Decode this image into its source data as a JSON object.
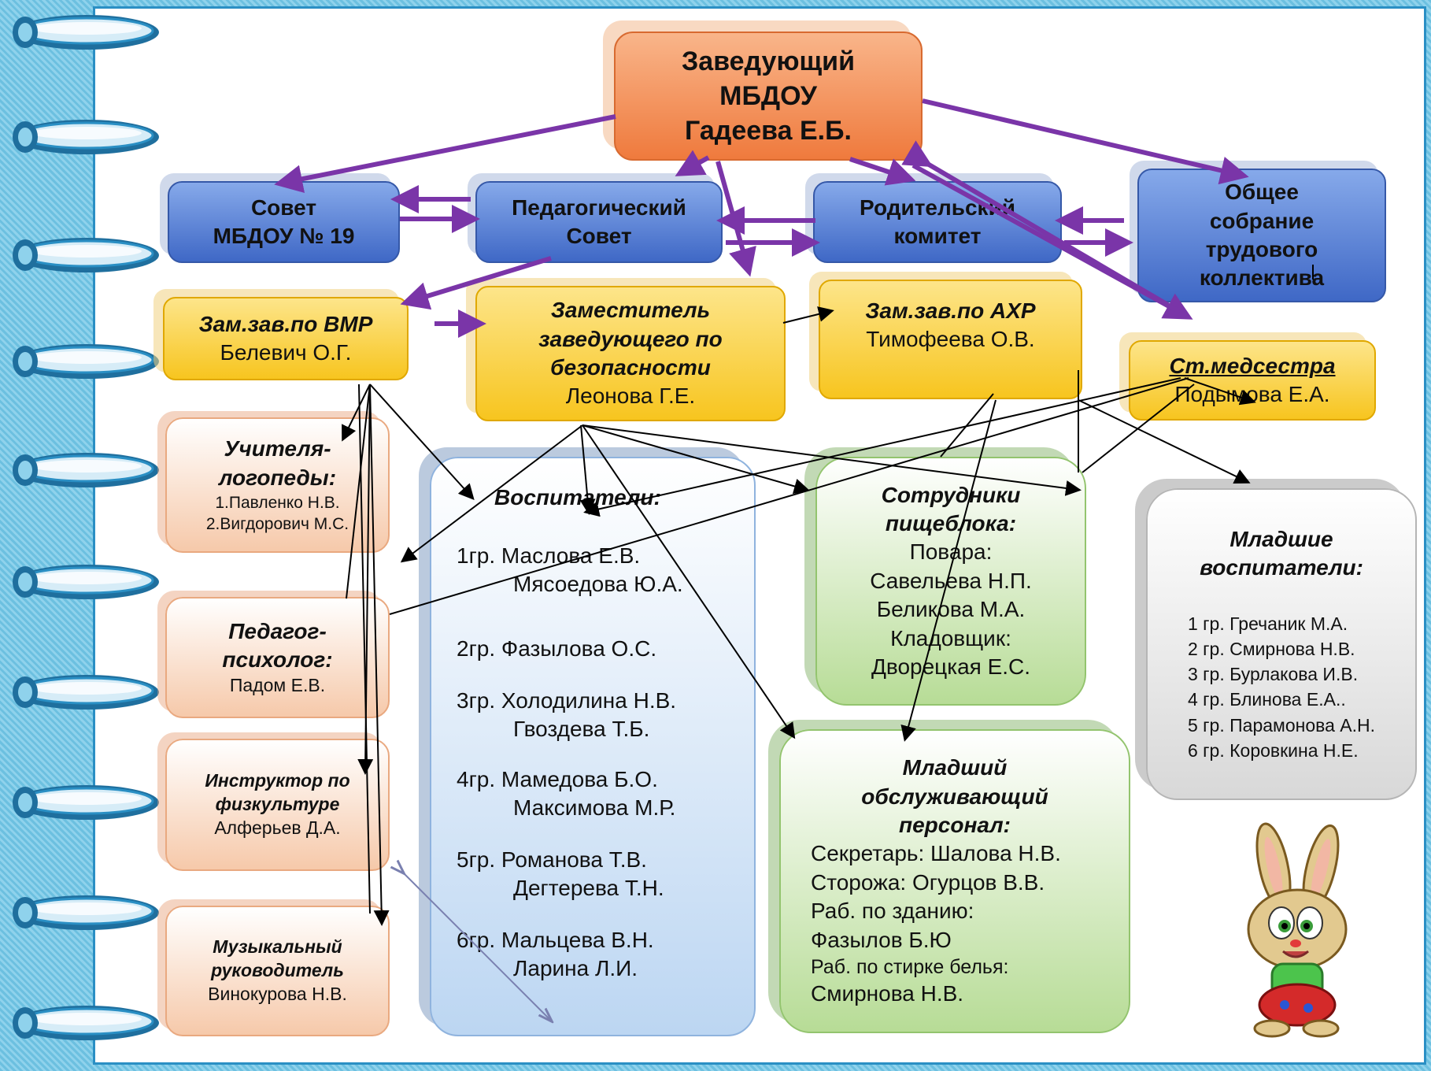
{
  "head": {
    "lines": [
      "Заведующий",
      "МБДОУ",
      "Гадеева Е.Б."
    ]
  },
  "sovet": {
    "lines": [
      "Совет",
      "МБДОУ № 19"
    ]
  },
  "ped_sovet": {
    "lines": [
      "Педагогический",
      "Совет"
    ]
  },
  "rod_komitet": {
    "lines": [
      "Родительский",
      "комитет"
    ]
  },
  "obshchee": {
    "lines": [
      "Общее",
      "собрание",
      "трудового",
      "коллектива"
    ]
  },
  "zam_vmr": {
    "title": "Зам.зав.по ВМР",
    "name": "Белевич О.Г."
  },
  "zam_bez": {
    "title_lines": [
      "Заместитель",
      "заведующего по",
      "безопасности"
    ],
    "name": "Леонова Г.Е."
  },
  "zam_ahr": {
    "title": "Зам.зав.по АХР",
    "name": "Тимофеева О.В."
  },
  "medsestra": {
    "title": "Ст.медсестра",
    "name": "Подымова Е.А."
  },
  "logopedy": {
    "title_lines": [
      "Учителя-",
      "логопеды:"
    ],
    "names": [
      "1.Павленко Н.В.",
      "2.Вигдорович М.С."
    ]
  },
  "psiholog": {
    "title_lines": [
      "Педагог-",
      "психолог:"
    ],
    "name": "Падом Е.В."
  },
  "fizo": {
    "title_lines": [
      "Инструктор по",
      "физкультуре"
    ],
    "name": "Алферьев Д.А."
  },
  "muz": {
    "title_lines": [
      "Музыкальный",
      "руководитель"
    ],
    "name": "Винокурова Н.В."
  },
  "vospitateli": {
    "title": "Воспитатели:",
    "groups": [
      {
        "label": "1гр. Маслова Е.В.",
        "second": "Мясоедова Ю.А."
      },
      {
        "label": "2гр.  Фазылова О.С.",
        "second": ""
      },
      {
        "label": "3гр. Холодилина Н.В.",
        "second": "Гвоздева Т.Б."
      },
      {
        "label": "4гр. Мамедова Б.О.",
        "second": "Максимова М.Р."
      },
      {
        "label": "5гр. Романова Т.В.",
        "second": "Дегтерева Т.Н."
      },
      {
        "label": "6гр. Мальцева В.Н.",
        "second": "Ларина Л.И."
      }
    ]
  },
  "pishcheblok": {
    "title_lines": [
      "Сотрудники",
      "пищеблока:"
    ],
    "lines": [
      "Повара:",
      "Савельева Н.П.",
      "Беликова М.А.",
      "Кладовщик:",
      "Дворецкая Е.С."
    ]
  },
  "mladshie_vosp": {
    "title_lines": [
      "Младшие",
      "воспитатели:"
    ],
    "lines": [
      "1 гр. Гречаник М.А.",
      "2 гр. Смирнова Н.В.",
      "3 гр. Бурлакова И.В.",
      "4 гр. Блинова Е.А..",
      "5 гр. Парамонова А.Н.",
      "6 гр. Коровкина Н.Е."
    ]
  },
  "mop": {
    "title_lines": [
      "Младший",
      "обслуживающий",
      "персонал:"
    ],
    "lines": [
      "Секретарь: Шалова Н.В.",
      "Сторожа:  Огурцов В.В.",
      "Раб. по зданию:",
      "Фазылов Б.Ю",
      "Раб. по стирке белья:",
      "Смирнова Н.В."
    ]
  },
  "colors": {
    "purple_arrow": "#7a35a8",
    "black_arrow": "#000000",
    "frame": "#2a8fc4"
  },
  "icons": {
    "binder_ring": "binder-ring-icon",
    "bunny": "bunny-mascot"
  }
}
